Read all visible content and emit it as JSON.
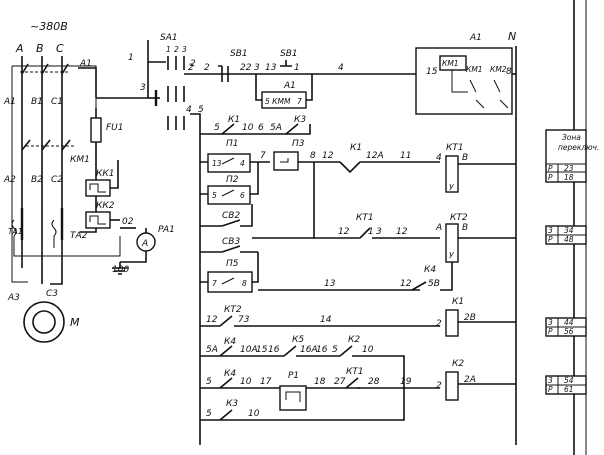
{
  "supply": {
    "voltage": "~380В",
    "phases": [
      "A",
      "B",
      "C"
    ],
    "bus": "A1",
    "neutral": "N"
  },
  "power": {
    "phase_labels_1": [
      "A1",
      "B1",
      "C1"
    ],
    "phase_labels_2": [
      "A2",
      "B2",
      "C2"
    ],
    "phase_labels_3": [
      "A3",
      "C3"
    ],
    "main_contactor": "КМ1",
    "motor": "М",
    "fuse": "FU1",
    "thermal_relays": [
      "КК1",
      "КК2"
    ],
    "current_transformers": [
      "ТА1",
      "ТА2"
    ],
    "ammeter": "PA1",
    "ammeter_symbol": "A",
    "ground_wire": "100",
    "measure_wire": "02"
  },
  "switch": {
    "name": "SA1",
    "positions": [
      "1",
      "2",
      "3"
    ],
    "terminals": [
      "1",
      "3",
      "2",
      "4",
      "5"
    ]
  },
  "wires": {
    "w2": "2",
    "w2b": "2",
    "w3": "3",
    "w13": "13",
    "w4": "4",
    "w5": "5",
    "w10": "10",
    "w6": "6",
    "w5a": "5А",
    "w7": "7",
    "w8": "8",
    "w12a": "12",
    "w12b": "12А",
    "w11": "11",
    "w12c": "12",
    "w1": "1",
    "w3b": "3",
    "w12d": "12",
    "w13b": "13",
    "w12e": "12",
    "w5b": "5В",
    "w12f": "12",
    "w73": "73",
    "w14": "14",
    "w5as": "5А",
    "w10a": "10А",
    "w15": "15",
    "w16": "16",
    "w16a": "16А",
    "w5c": "5",
    "w10b": "10",
    "w5d": "5",
    "w10c": "10",
    "w17": "17",
    "w18": "18",
    "w27": "27",
    "w28": "28",
    "w19": "19",
    "w5e": "5",
    "w10d": "10"
  },
  "buttons": {
    "sb1_stop": "SB1",
    "sb1_start": "SB1",
    "sb1_t": "22",
    "sb1_t2": "1"
  },
  "relays": {
    "a1": "А1",
    "kmm": "5 КММ",
    "kmm_t": "7",
    "a1_box": "А1",
    "km1_box": "КМ1",
    "km1_contacts": [
      "КМ1",
      "КМ2"
    ],
    "term15": "15",
    "term8": "8",
    "p1": "П1",
    "p1_contacts": [
      "13",
      "4"
    ],
    "p2": "П2",
    "p2_contacts": [
      "5",
      "6"
    ],
    "p3": "П3",
    "p5": "П5",
    "p5_contacts": [
      "7",
      "8"
    ],
    "cb2": "СВ2",
    "cb3": "СВ3",
    "k1": "К1",
    "k1b": "К1",
    "k3": "К3",
    "kt1": "КТ1",
    "kt1b": "КТ1",
    "k4": "К4",
    "k4b": "К4",
    "k4c": "К4",
    "k5": "К5",
    "k2": "К2",
    "k3b": "К3",
    "kt2": "КТ2",
    "p1_timer": "Р1",
    "kt1_cont": "КТ1"
  },
  "coils": [
    {
      "name": "КТ1",
      "left": "4",
      "right": "В",
      "bottom": "У"
    },
    {
      "name": "КТ2",
      "left": "А",
      "right": "В",
      "bottom": "У"
    },
    {
      "name": "К1",
      "left": "2",
      "right": "2В"
    },
    {
      "name": "К2",
      "left": "2",
      "right": "2А"
    }
  ],
  "side_tables": [
    {
      "rows": [
        [
          "",
          "Зона"
        ],
        [
          "",
          "переключ."
        ],
        [
          "Р",
          "23"
        ],
        [
          "Р",
          "18"
        ]
      ]
    },
    {
      "rows": [
        [
          "3",
          "34"
        ],
        [
          "Р",
          "48"
        ]
      ]
    },
    {
      "rows": [
        [
          "3",
          "44"
        ],
        [
          "Р",
          "56"
        ]
      ]
    },
    {
      "rows": [
        [
          "3",
          "54"
        ],
        [
          "Р",
          "61"
        ]
      ]
    }
  ]
}
